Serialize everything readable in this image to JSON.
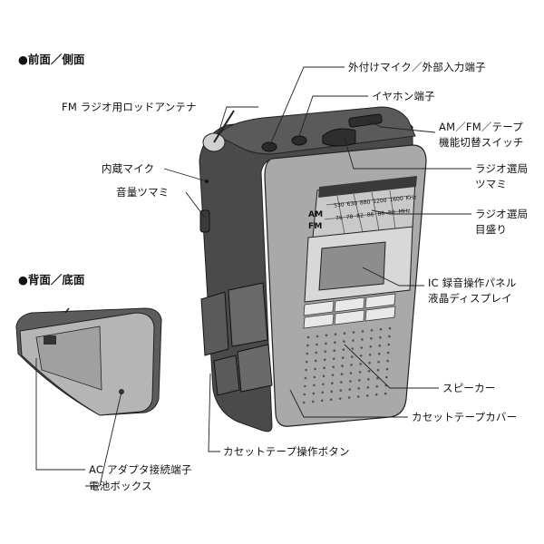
{
  "headings": {
    "front_side": "●前面／側面",
    "back_bottom": "●背面／底面"
  },
  "callouts": {
    "ext_mic": "外付けマイク／外部入力端子",
    "fm_antenna": "FM ラジオ用ロッドアンテナ",
    "earphone": "イヤホン端子",
    "band_switch_1": "AM／FM／テープ",
    "band_switch_2": "機能切替スイッチ",
    "builtin_mic": "内蔵マイク",
    "tuning_knob_1": "ラジオ選局",
    "tuning_knob_2": "ツマミ",
    "volume_knob": "音量ツマミ",
    "tuning_scale_1": "ラジオ選局",
    "tuning_scale_2": "目盛り",
    "ic_panel_1": "IC 録音操作パネル",
    "ic_panel_2": "液晶ディスプレイ",
    "speaker": "スピーカー",
    "cassette_cover": "カセットテープカバー",
    "cassette_buttons": "カセットテープ操作ボタン",
    "ac_adapter": "AC アダプタ接続端子",
    "battery_box": "電池ボックス"
  },
  "dial": {
    "am_label": "AM",
    "fm_label": "FM",
    "am_ticks": [
      "530",
      "630",
      "880",
      "1200",
      "1600"
    ],
    "am_unit": "KHz",
    "fm_ticks": [
      "76",
      "78",
      "82",
      "86",
      "88",
      "90"
    ],
    "fm_unit": "MHz"
  },
  "colors": {
    "line": "#222222",
    "body_dark": "#4a4a4a",
    "front_face": "#a9a9a9",
    "panel_light": "#d8d8d8"
  }
}
